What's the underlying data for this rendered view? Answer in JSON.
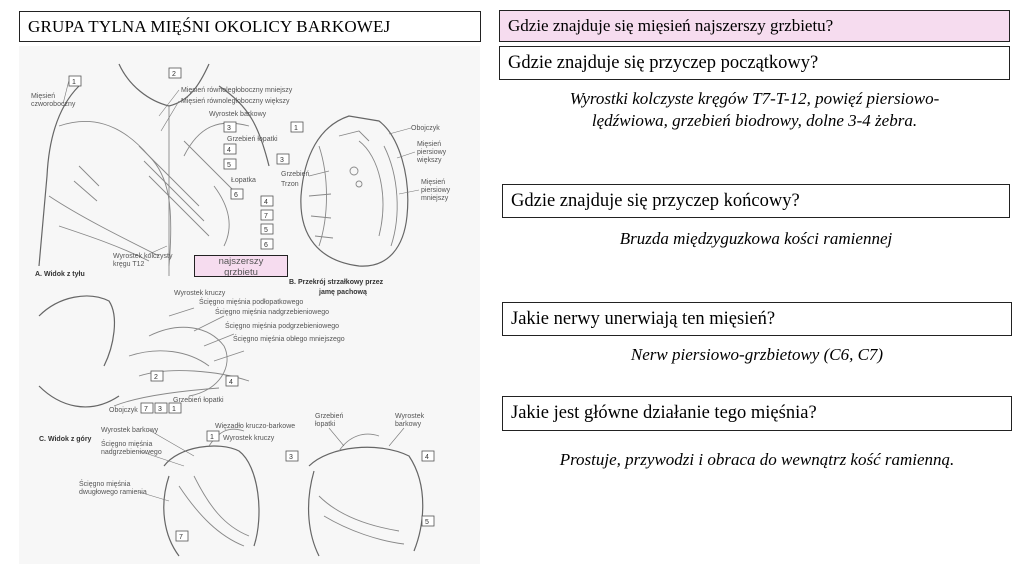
{
  "title": "GRUPA TYLNA MIĘŚNI OKOLICY BARKOWEJ",
  "callout": [
    "najszerszy",
    "grzbietu"
  ],
  "qa": [
    {
      "question": "Gdzie znajduje się mięsień najszerszy grzbietu?",
      "answer": []
    },
    {
      "question": "Gdzie znajduje się przyczep początkowy?",
      "answer": [
        "Wyrostki kolczyste kręgów T7-T-12, powięź piersiowo-",
        "lędźwiowa, grzebień biodrowy,  dolne 3-4 żebra."
      ]
    },
    {
      "question": "Gdzie znajduje się przyczep końcowy?",
      "answer": [
        "Bruzda międzyguzkowa kości ramiennej"
      ]
    },
    {
      "question": "Jakie nerwy unerwiają ten mięsień?",
      "answer": [
        "Nerw piersiowo-grzbietowy (C6, C7)"
      ]
    },
    {
      "question": "Jakie jest główne działanie tego mięśnia?",
      "answer": [
        "Prostuje, przywodzi i obraca do wewnątrz kość ramienną."
      ]
    }
  ],
  "figure": {
    "labels_a": [
      "Mięsień czworoboczny",
      "Mięsień równoległoboczny mniejszy",
      "Mięsień równoległoboczny większy",
      "Wyrostek barkowy",
      "Grzebień łopatki",
      "Łopatka",
      "Wyrostek kolczysty kręgu T12",
      "A. Widok z tyłu"
    ],
    "labels_b": [
      "Obojczyk",
      "Mięsień piersiowy większy",
      "Mięsień piersiowy mniejszy",
      "Grzebień",
      "Trzon",
      "B. Przekrój strzałkowy przez jamę pachową"
    ],
    "labels_c": [
      "Wyrostek kruczy",
      "Ścięgno mięśnia podłopatkowego",
      "Ścięgno mięśnia nadgrzebieniowego",
      "Ścięgno mięśnia podgrzebieniowego",
      "Ścięgno mięśnia obłego mniejszego",
      "Obojczyk",
      "Grzebień łopatki",
      "C. Widok z góry"
    ],
    "labels_d": [
      "Wyrostek barkowy",
      "Więzadło kruczo-barkowe",
      "Wyrostek kruczy",
      "Ścięgno mięśnia nadgrzebieniowego",
      "Ścięgno mięśnia dwugłowego ramienia",
      "Grzebień łopatki",
      "Wyrostek barkowy"
    ],
    "numbers_a": [
      "2",
      "1",
      "3",
      "4",
      "5",
      "6"
    ],
    "numbers_b": [
      "1",
      "3",
      "4",
      "7",
      "5",
      "6"
    ],
    "numbers_c": [
      "2",
      "4",
      "7",
      "3",
      "1"
    ],
    "numbers_d": [
      "1",
      "3",
      "7",
      "4",
      "5"
    ]
  }
}
